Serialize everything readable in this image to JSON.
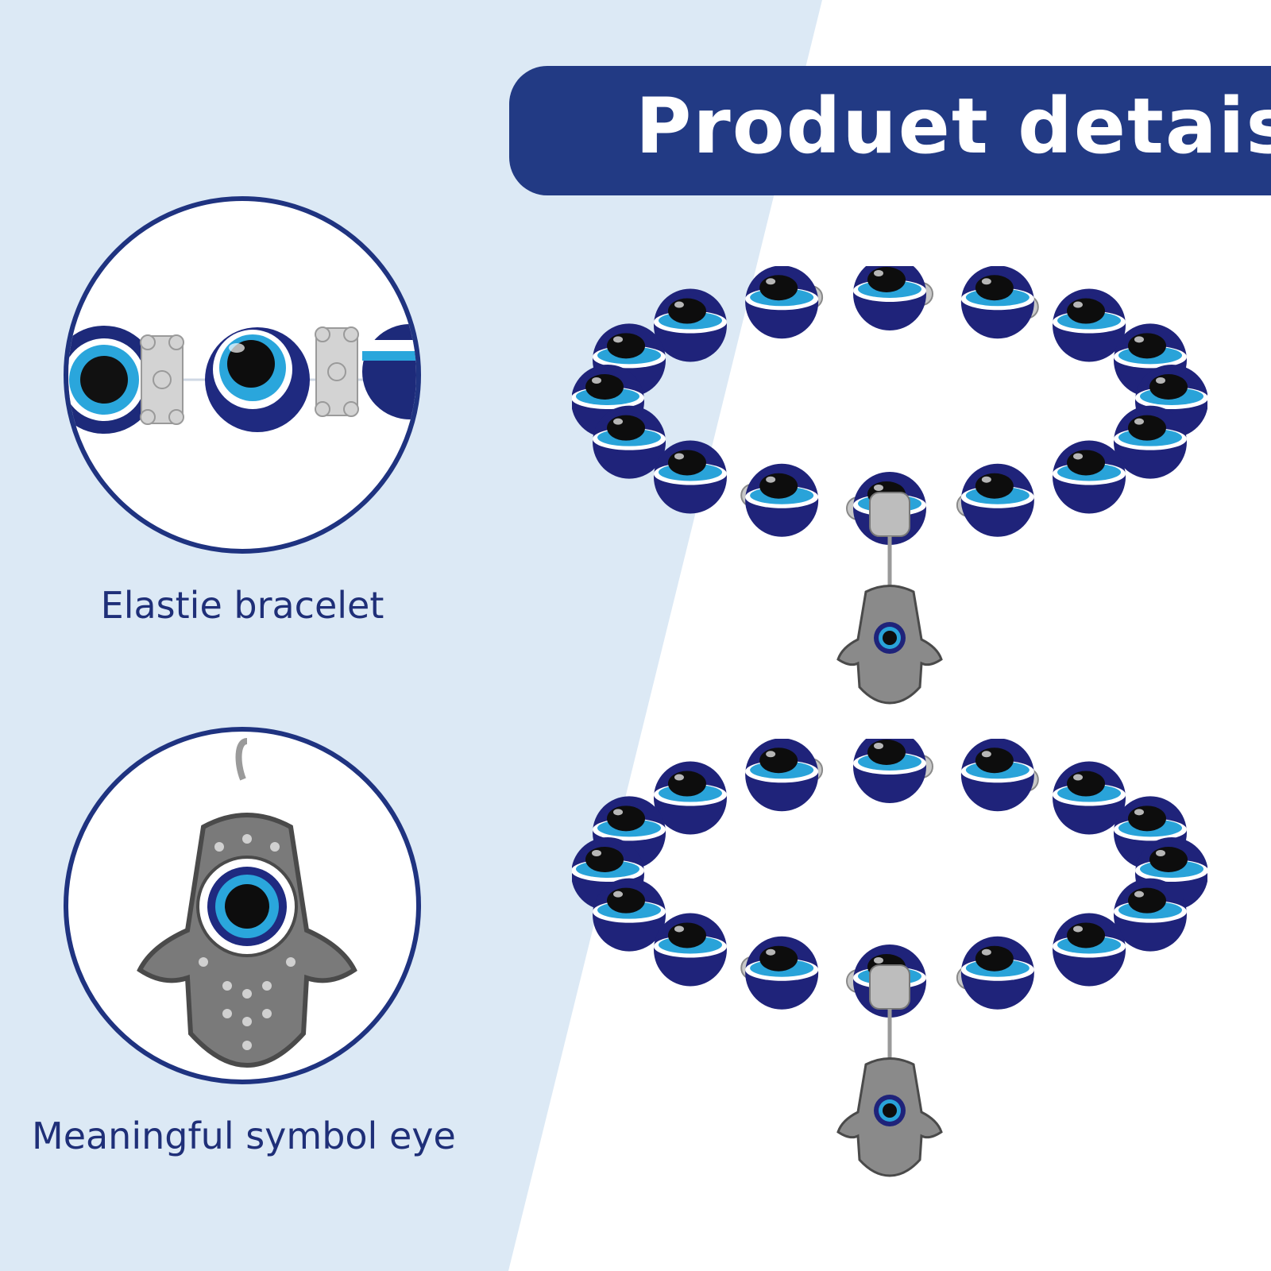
{
  "header": {
    "title": "Produet detais"
  },
  "details": [
    {
      "caption": "Elastie bracelet",
      "icon": "bead-strand-closeup-icon"
    },
    {
      "caption": "Meaningful symbol eye",
      "icon": "hamsa-charm-closeup-icon"
    }
  ],
  "products": [
    {
      "icon": "evil-eye-bracelet-icon"
    },
    {
      "icon": "evil-eye-bracelet-icon"
    }
  ],
  "colors": {
    "accent": "#223a84",
    "caption": "#1f2f78",
    "background_light": "#dce9f5",
    "bead_blue": "#1f237a",
    "bead_light": "#29a3d9",
    "silver": "#c8c8c8"
  }
}
